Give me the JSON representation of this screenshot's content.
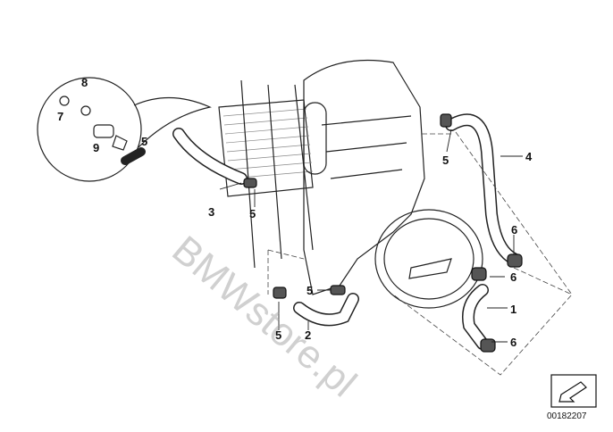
{
  "labels": {
    "l8": "8",
    "l7": "7",
    "l9": "9",
    "l5a": "5",
    "l3": "3",
    "l5b": "5",
    "l5c": "5",
    "l4": "4",
    "l6a": "6",
    "l6b": "6",
    "l1": "1",
    "l6c": "6",
    "l5d": "5",
    "l5e": "5",
    "l2": "2"
  },
  "watermark": "BMWstore.pl",
  "diagram_code": "00182207"
}
